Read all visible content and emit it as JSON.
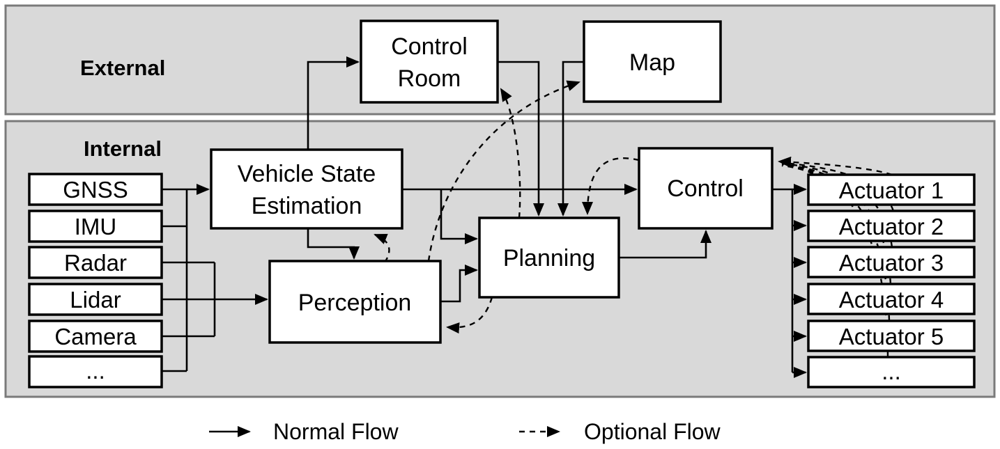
{
  "regions": {
    "external": {
      "label": "External"
    },
    "internal": {
      "label": "Internal"
    }
  },
  "nodes": {
    "control_room": {
      "line1": "Control",
      "line2": "Room"
    },
    "map": {
      "label": "Map"
    },
    "vehicle_state_estimation": {
      "line1": "Vehicle State",
      "line2": "Estimation"
    },
    "perception": {
      "label": "Perception"
    },
    "planning": {
      "label": "Planning"
    },
    "control": {
      "label": "Control"
    }
  },
  "sensors": [
    "GNSS",
    "IMU",
    "Radar",
    "Lidar",
    "Camera",
    "..."
  ],
  "actuators": [
    "Actuator 1",
    "Actuator 2",
    "Actuator 3",
    "Actuator 4",
    "Actuator 5",
    "..."
  ],
  "legend": {
    "normal_label": "Normal Flow",
    "optional_label": "Optional Flow"
  },
  "flows": {
    "normal": [
      {
        "from": "GNSS",
        "to": "Vehicle State Estimation"
      },
      {
        "from": "IMU",
        "to": "Vehicle State Estimation"
      },
      {
        "from": "... (other sensors)",
        "to": "Vehicle State Estimation"
      },
      {
        "from": "Radar",
        "to": "Perception"
      },
      {
        "from": "Lidar",
        "to": "Perception"
      },
      {
        "from": "Camera",
        "to": "Perception"
      },
      {
        "from": "Vehicle State Estimation",
        "to": "Control Room"
      },
      {
        "from": "Vehicle State Estimation",
        "to": "Perception"
      },
      {
        "from": "Vehicle State Estimation",
        "to": "Control"
      },
      {
        "from": "Vehicle State Estimation",
        "to": "Planning"
      },
      {
        "from": "Perception",
        "to": "Planning"
      },
      {
        "from": "Control Room",
        "to": "Planning"
      },
      {
        "from": "Map",
        "to": "Planning"
      },
      {
        "from": "Planning",
        "to": "Control"
      },
      {
        "from": "Control",
        "to": "Actuator 1"
      },
      {
        "from": "Control",
        "to": "Actuator 2"
      },
      {
        "from": "Control",
        "to": "Actuator 3"
      },
      {
        "from": "Control",
        "to": "Actuator 4"
      },
      {
        "from": "Control",
        "to": "Actuator 5"
      },
      {
        "from": "Control",
        "to": "... (other actuators)"
      }
    ],
    "optional": [
      {
        "from": "Perception",
        "to": "Vehicle State Estimation"
      },
      {
        "from": "Perception",
        "to": "Map"
      },
      {
        "from": "Planning",
        "to": "Control Room"
      },
      {
        "from": "Control",
        "to": "Planning"
      },
      {
        "from": "Planning",
        "to": "Perception"
      },
      {
        "from": "Actuators",
        "to": "Control"
      }
    ]
  },
  "colors": {
    "region_fill": "#d9d9d9",
    "region_border": "#7a7a7a",
    "node_fill": "#ffffff",
    "node_border": "#000000",
    "line": "#000000",
    "text": "#000000"
  }
}
